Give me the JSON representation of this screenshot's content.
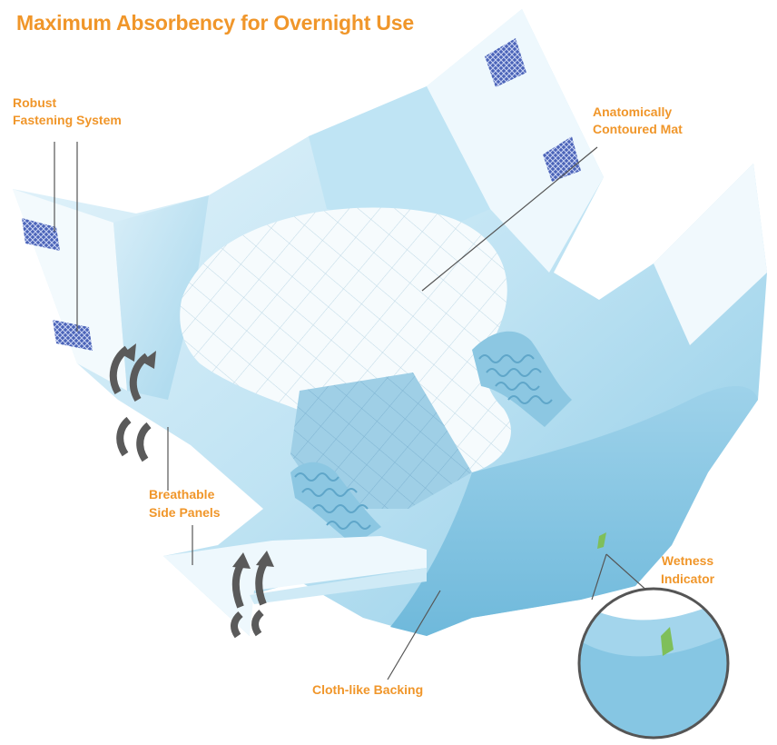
{
  "title": "Maximum Absorbency for Overnight Use",
  "colors": {
    "accent": "#F0962A",
    "leader": "#555555",
    "arrow": "#5a5a5a",
    "product_light": "#DCEFF8",
    "product_mid": "#A9D8EE",
    "product_dark": "#7EC2E0",
    "tab": "#4A63B8"
  },
  "icons": [
    "airflow-arrow-icon",
    "fastening-tab-icon",
    "magnifier-circle-icon"
  ],
  "callouts": {
    "fastening": {
      "line1": "Robust",
      "line2": "Fastening System"
    },
    "mat": {
      "line1": "Anatomically",
      "line2": "Contoured Mat"
    },
    "side_panels": {
      "line1": "Breathable",
      "line2": "Side Panels"
    },
    "wetness": {
      "line1": "Wetness",
      "line2": "Indicator"
    },
    "backing": {
      "line1": "Cloth-like Backing"
    }
  }
}
